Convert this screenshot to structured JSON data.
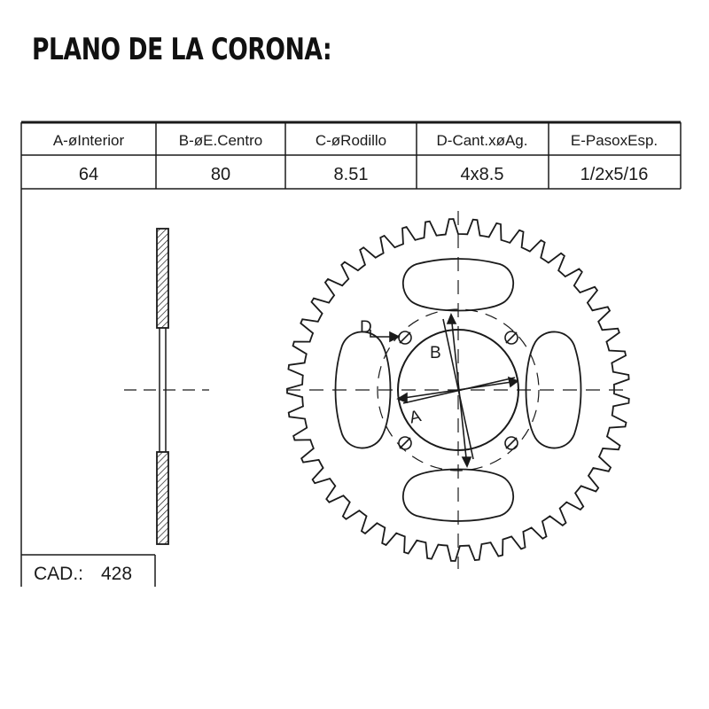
{
  "title": "PLANO DE LA CORONA:",
  "spec_table": {
    "headers": [
      "A-øInterior",
      "B-øE.Centro",
      "C-øRodillo",
      "D-Cant.xøAg.",
      "E-PasoxEsp."
    ],
    "values": [
      "64",
      "80",
      "8.51",
      "4x8.5",
      "1/2x5/16"
    ]
  },
  "cad": {
    "label": "CAD.:",
    "value": "428"
  },
  "sprocket": {
    "teeth": 45
  },
  "callouts": {
    "a": "A",
    "b": "B",
    "d": "D"
  },
  "colors": {
    "line": "#1a1a1a",
    "background": "#ffffff"
  }
}
